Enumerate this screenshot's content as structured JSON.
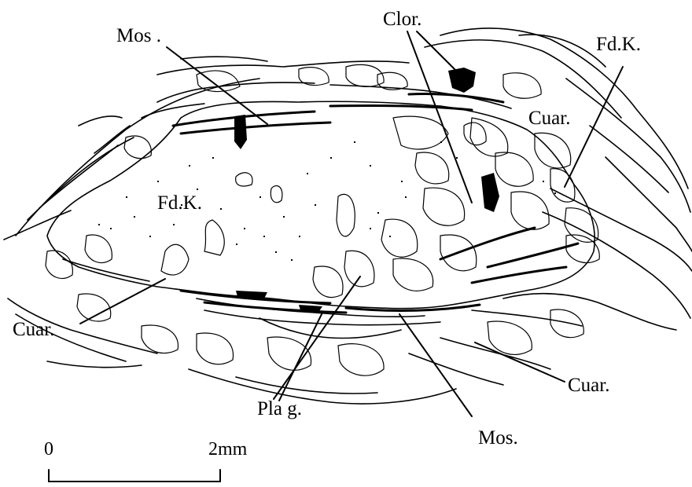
{
  "labels": {
    "mos_top": "Mos .",
    "clor": "Clor.",
    "fdk_right": "Fd.K.",
    "cuar_right": "Cuar.",
    "fdk_center": "Fd.K.",
    "cuar_left": "Cuar.",
    "cuar_bottom_right": "Cuar.",
    "plag": "Pla g.",
    "mos_bottom": "Mos."
  },
  "scale_bar": {
    "start_label": "0",
    "end_label": "2mm"
  },
  "colors": {
    "ink": "#000000",
    "paper": "#ffffff"
  }
}
